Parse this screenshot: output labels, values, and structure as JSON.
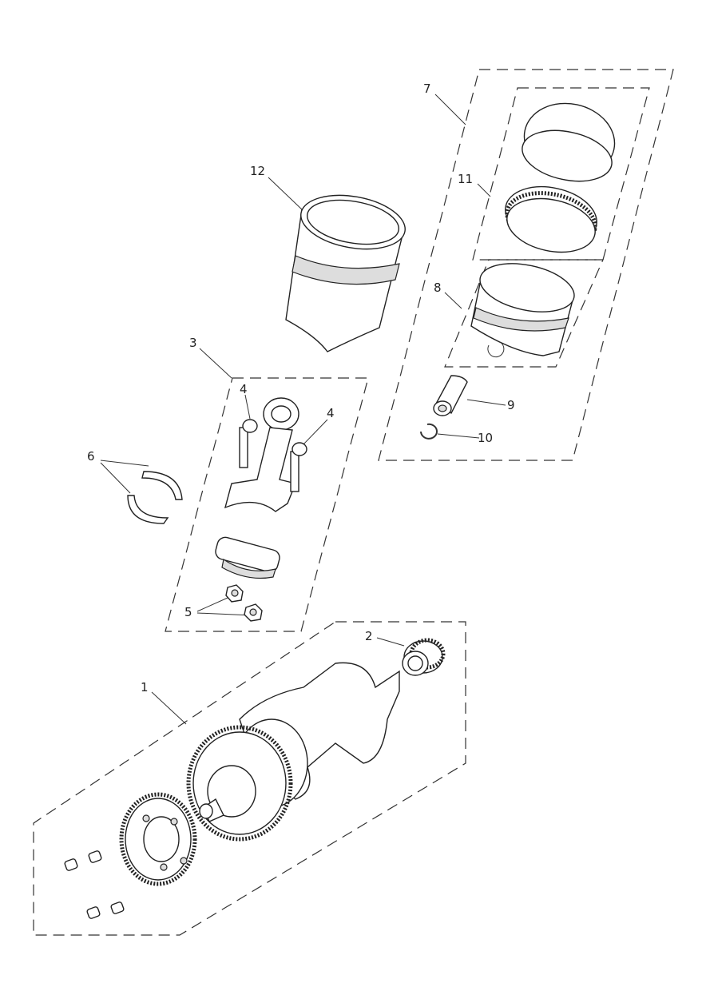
{
  "diagram": {
    "title": "Crankshaft, Connecting Rods, Pistons and Liners",
    "callouts": [
      {
        "id": "1",
        "part": "crankshaft-assembly"
      },
      {
        "id": "2",
        "part": "bearing"
      },
      {
        "id": "3",
        "part": "connecting-rod-assembly"
      },
      {
        "id": "4",
        "part": "con-rod-bolt"
      },
      {
        "id": "4",
        "part": "con-rod-bolt"
      },
      {
        "id": "5",
        "part": "con-rod-nut"
      },
      {
        "id": "6",
        "part": "big-end-bearing-shell"
      },
      {
        "id": "7",
        "part": "piston-assembly"
      },
      {
        "id": "8",
        "part": "piston"
      },
      {
        "id": "9",
        "part": "gudgeon-pin"
      },
      {
        "id": "10",
        "part": "circlip"
      },
      {
        "id": "11",
        "part": "piston-ring-set"
      },
      {
        "id": "12",
        "part": "cylinder-liner"
      }
    ]
  }
}
